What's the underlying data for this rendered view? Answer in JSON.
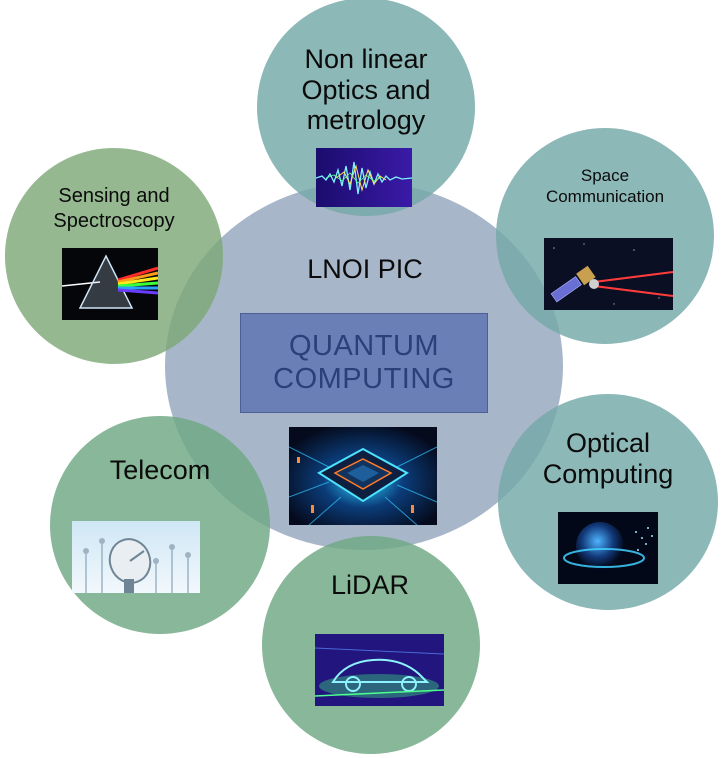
{
  "center": {
    "title": "LNOI PIC",
    "box_line1": "QUANTUM",
    "box_line2": "COMPUTING",
    "image_icon": "chip-icon"
  },
  "nodes": [
    {
      "id": "nonlinear",
      "line1": "Non linear",
      "line2": "Optics and",
      "line3": "metrology",
      "image_icon": "waveform-icon"
    },
    {
      "id": "space",
      "line1": "Space",
      "line2": "Communication",
      "image_icon": "satellite-laser-icon"
    },
    {
      "id": "optical",
      "line1": "Optical",
      "line2": "Computing",
      "image_icon": "earth-fiber-icon"
    },
    {
      "id": "lidar",
      "line1": "LiDAR",
      "image_icon": "car-scan-icon"
    },
    {
      "id": "telecom",
      "line1": "Telecom",
      "image_icon": "antenna-dish-icon"
    },
    {
      "id": "sensing",
      "line1": "Sensing and",
      "line2": "Spectroscopy",
      "image_icon": "prism-icon"
    }
  ]
}
